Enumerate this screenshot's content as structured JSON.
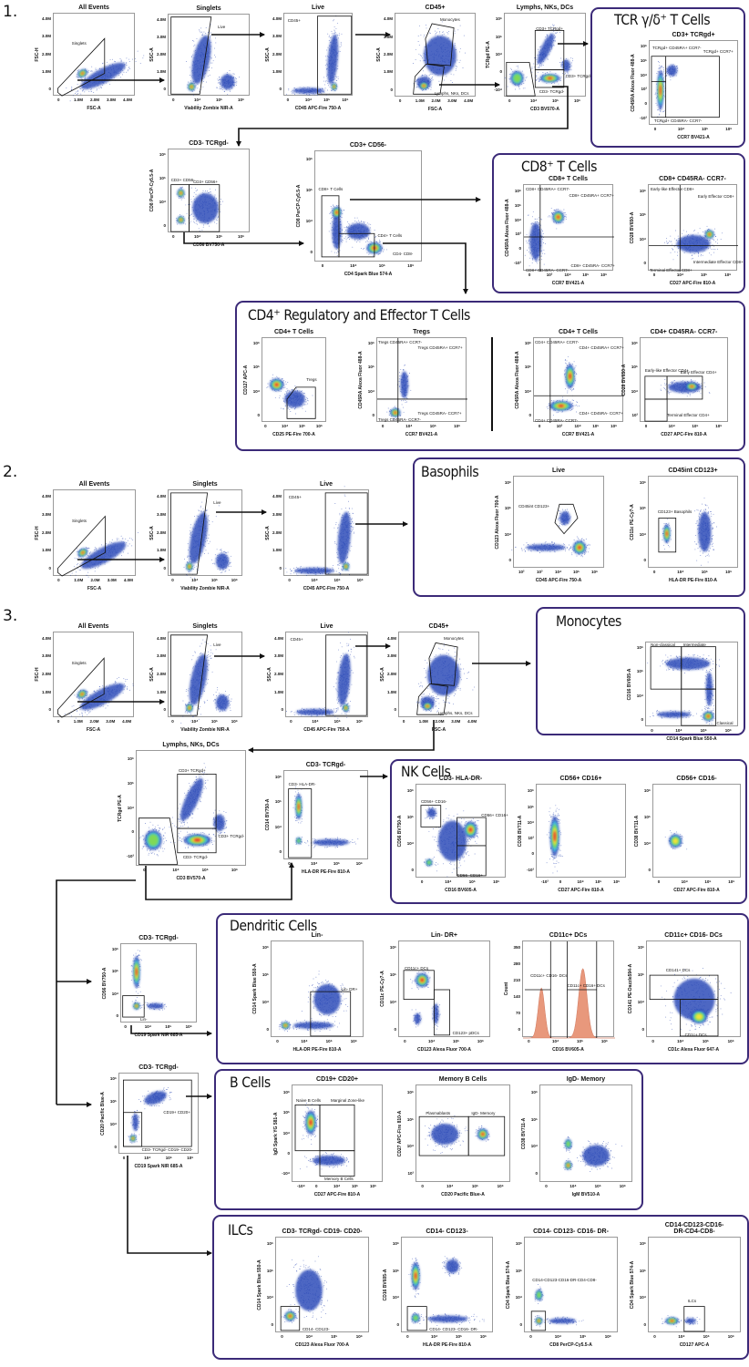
{
  "sections": [
    {
      "number": "1."
    },
    {
      "number": "2."
    },
    {
      "number": "3."
    }
  ],
  "panels": [
    {
      "title": "TCR γ/δ⁺ T Cells"
    },
    {
      "title": "CD8⁺ T Cells"
    },
    {
      "title": "CD4⁺ Regulatory and Effector T Cells"
    },
    {
      "title": "Basophils"
    },
    {
      "title": "Monocytes"
    },
    {
      "title": "NK Cells"
    },
    {
      "title": "Dendritic Cells"
    },
    {
      "title": "B Cells"
    },
    {
      "title": "ILCs"
    }
  ],
  "plots": [
    {
      "title": "All Events",
      "xlabel": "FSC-A",
      "ylabel": "FSC-H",
      "xticks": [
        "0",
        "1.0M",
        "2.0M",
        "3.0M",
        "4.0M"
      ],
      "yticks": [
        "0",
        "1.0M",
        "2.0M",
        "3.0M",
        "4.0M"
      ],
      "gates": [
        "Singlets"
      ]
    },
    {
      "title": "Singlets",
      "xlabel": "Viability Zombie NIR-A",
      "ylabel": "SSC-A",
      "xticks": [
        "0",
        "10⁴",
        "10⁵",
        "10⁶"
      ],
      "yticks": [
        "0",
        "1.0M",
        "2.0M",
        "3.0M",
        "4.0M"
      ],
      "gates": [
        "Live"
      ]
    },
    {
      "title": "Live",
      "xlabel": "CD45 APC-Fire 750-A",
      "ylabel": "SSC-A",
      "xticks": [
        "0",
        "10⁴",
        "10⁵",
        "10⁶"
      ],
      "yticks": [
        "0",
        "1.0M",
        "2.0M",
        "3.0M",
        "4.0M"
      ],
      "gates": [
        "CD45+"
      ]
    },
    {
      "title": "CD45+",
      "xlabel": "FSC-A",
      "ylabel": "SSC-A",
      "xticks": [
        "0",
        "1.0M",
        "2.0M",
        "3.0M",
        "4.0M"
      ],
      "yticks": [
        "0",
        "1.0M",
        "2.0M",
        "3.0M",
        "4.0M"
      ],
      "gates": [
        "Monocytes",
        "Lymphs, NKs, DCs"
      ]
    },
    {
      "title": "Lymphs, NKs, DCs",
      "xlabel": "CD3 BV570-A",
      "ylabel": "TCRgd PE-A",
      "xticks": [
        "0",
        "10⁴",
        "10⁵",
        "10⁶"
      ],
      "yticks": [
        "-10⁴",
        "0",
        "10⁴",
        "10⁵",
        "10⁶"
      ],
      "gates": [
        "CD3+ TCRgd+",
        "CD3+ TCRgd-",
        "CD3- TCRgd-"
      ]
    },
    {
      "title": "CD3+ TCRgd+",
      "xlabel": "CCR7 BV421-A",
      "ylabel": "CD45RA Alexa Fluor 488-A",
      "xticks": [
        "0",
        "10⁴",
        "10⁵",
        "10⁶"
      ],
      "yticks": [
        "-10³",
        "0",
        "10³",
        "10⁴",
        "10⁵",
        "10⁶"
      ],
      "gates": [
        "TCRgd+ CD45RA+ CCR7-",
        "TCRgd+ CCR7+",
        "TCRgd+ CD45RA- CCR7-"
      ]
    },
    {
      "title": "CD3- TCRgd-",
      "xlabel": "CD56 BV750-A",
      "ylabel": "CD8 PerCP-Cy5.5-A",
      "xticks": [
        "0",
        "10⁴",
        "10⁵",
        "10⁶"
      ],
      "yticks": [
        "0",
        "10⁴",
        "10⁵",
        "10⁶"
      ],
      "gates": [
        "CD3+ CD56-",
        "CD3+ CD56+"
      ]
    },
    {
      "title": "CD3+ CD56-",
      "xlabel": "CD4 Spark Blue 574-A",
      "ylabel": "CD8 PerCP-Cy5.5-A",
      "xticks": [
        "0",
        "10⁴",
        "10⁵",
        "10⁶"
      ],
      "yticks": [
        "0",
        "10⁴",
        "10⁵",
        "10⁶"
      ],
      "gates": [
        "CD8+ T Cells",
        "CD4+ T Cells",
        "CD4- CD8-"
      ]
    },
    {
      "title": "CD8+ T Cells",
      "xlabel": "CCR7 BV421-A",
      "ylabel": "CD45RA Alexa Fluor 488-A",
      "xticks": [
        "0",
        "10³",
        "10⁴",
        "10⁵",
        "10⁶"
      ],
      "yticks": [
        "-10³",
        "0",
        "10³",
        "10⁴",
        "10⁵",
        "10⁶"
      ],
      "gates": [
        "CD8+ CD45RA+ CCR7-",
        "CD8+ CD45RA+ CCR7+",
        "CD8+ CD45RA- CCR7+",
        "CD8+ CD45RA- CCR7-"
      ]
    },
    {
      "title": "CD8+ CD45RA- CCR7-",
      "xlabel": "CD27 APC-Fire 810-A",
      "ylabel": "CD28 BV650-A",
      "xticks": [
        "0",
        "10⁴",
        "10⁵",
        "10⁶"
      ],
      "yticks": [
        "0",
        "10⁴",
        "10⁵",
        "10⁶"
      ],
      "gates": [
        "Early-like Effector CD8+",
        "Early Effector CD8+",
        "Intermediate Effector CD8+",
        "Terminal Effector CD8+"
      ]
    },
    {
      "title": "CD4+ T Cells",
      "xlabel": "CD25 PE-Fire 700-A",
      "ylabel": "CD127 APC-A",
      "xticks": [
        "0",
        "10⁴",
        "10⁵",
        "10⁶"
      ],
      "yticks": [
        "0",
        "10⁴",
        "10⁵",
        "10⁶"
      ],
      "gates": [
        "Tregs"
      ]
    },
    {
      "title": "Tregs",
      "xlabel": "CCR7 BV421-A",
      "ylabel": "CD45RA Alexa Fluor 488-A",
      "xticks": [
        "0",
        "10⁴",
        "10⁵",
        "10⁶"
      ],
      "yticks": [
        "0",
        "10⁴",
        "10⁵",
        "10⁶"
      ],
      "gates": [
        "Tregs CD45RA+ CCR7-",
        "Tregs CD45RA+ CCR7+",
        "Tregs CD45RA- CCR7+",
        "Tregs CD45RA- CCR7-"
      ]
    },
    {
      "title": "CD4+ T Cells",
      "xlabel": "CCR7 BV421-A",
      "ylabel": "CD45RA Alexa Fluor 488-A",
      "xticks": [
        "0",
        "10³",
        "10⁴",
        "10⁵",
        "10⁶"
      ],
      "yticks": [
        "0",
        "10⁴",
        "10⁵",
        "10⁶"
      ],
      "gates": [
        "CD4+ CD45RA+ CCR7-",
        "CD4+ CD45RA+ CCR7+",
        "CD4+ CD45RA- CCR7+",
        "CD4+ CD45RA- CCR7-"
      ]
    },
    {
      "title": "CD4+ CD45RA- CCR7-",
      "xlabel": "CD27 APC-Fire 810-A",
      "ylabel": "CD28 BV650-A",
      "xticks": [
        "0",
        "10⁴",
        "10⁵",
        "10⁶"
      ],
      "yticks": [
        "10³",
        "10⁴",
        "10⁵",
        "10⁶"
      ],
      "gates": [
        "Early-like Effector CD4+",
        "Early Effector CD4+",
        "Terminal Effector CD4+"
      ]
    },
    {
      "title": "All Events",
      "xlabel": "FSC-A",
      "ylabel": "FSC-H",
      "xticks": [
        "0",
        "1.0M",
        "2.0M",
        "3.0M",
        "4.0M"
      ],
      "yticks": [
        "0",
        "1.0M",
        "2.0M",
        "3.0M",
        "4.0M"
      ],
      "gates": [
        "Singlets"
      ]
    },
    {
      "title": "Singlets",
      "xlabel": "Viability Zombie NIR-A",
      "ylabel": "SSC-A",
      "xticks": [
        "0",
        "10⁴",
        "10⁵",
        "10⁶"
      ],
      "yticks": [
        "0",
        "1.0M",
        "2.0M",
        "3.0M",
        "4.0M"
      ],
      "gates": [
        "Live"
      ]
    },
    {
      "title": "Live",
      "xlabel": "CD45 APC-Fire 750-A",
      "ylabel": "SSC-A",
      "xticks": [
        "0",
        "10⁴",
        "10⁵",
        "10⁶"
      ],
      "yticks": [
        "0",
        "1.0M",
        "2.0M",
        "3.0M",
        "4.0M"
      ],
      "gates": [
        "CD45+"
      ]
    },
    {
      "title": "Live",
      "xlabel": "CD45 APC-Fire 750-A",
      "ylabel": "CD123 Alexa Fluor 700-A",
      "xticks": [
        "10²",
        "10³",
        "10⁴",
        "10⁵",
        "10⁶"
      ],
      "yticks": [
        "0",
        "10⁴",
        "10⁵",
        "10⁶"
      ],
      "gates": [
        "CD45int CD123+"
      ]
    },
    {
      "title": "CD45int CD123+",
      "xlabel": "HLA-DR PE-Fire 810-A",
      "ylabel": "CD11c PE-Cy7-A",
      "xticks": [
        "0",
        "10⁴",
        "10⁵",
        "10⁶"
      ],
      "yticks": [
        "0",
        "10⁴",
        "10⁵",
        "10⁶"
      ],
      "gates": [
        "CD123+ Basophils"
      ]
    },
    {
      "title": "All Events",
      "xlabel": "FSC-A",
      "ylabel": "FSC-H",
      "xticks": [
        "0",
        "1.0M",
        "2.0M",
        "3.0M",
        "4.0M"
      ],
      "yticks": [
        "0",
        "1.0M",
        "2.0M",
        "3.0M",
        "4.0M"
      ],
      "gates": [
        "Singlets"
      ]
    },
    {
      "title": "Singlets",
      "xlabel": "Viability Zombie NIR-A",
      "ylabel": "SSC-A",
      "xticks": [
        "0",
        "10⁴",
        "10⁵",
        "10⁶"
      ],
      "yticks": [
        "0",
        "1.0M",
        "2.0M",
        "3.0M",
        "4.0M"
      ],
      "gates": [
        "Live"
      ]
    },
    {
      "title": "Live",
      "xlabel": "CD45 APC-Fire 750-A",
      "ylabel": "SSC-A",
      "xticks": [
        "0",
        "10⁴",
        "10⁵",
        "10⁶"
      ],
      "yticks": [
        "0",
        "1.0M",
        "2.0M",
        "3.0M",
        "4.0M"
      ],
      "gates": [
        "CD45+"
      ]
    },
    {
      "title": "CD45+",
      "xlabel": "FSC-A",
      "ylabel": "SSC-A",
      "xticks": [
        "0",
        "1.0M",
        "2.0M",
        "3.0M",
        "4.0M"
      ],
      "yticks": [
        "0",
        "1.0M",
        "2.0M",
        "3.0M",
        "4.0M"
      ],
      "gates": [
        "Monocytes",
        "Lymphs, NKs, DCs"
      ]
    },
    {
      "title": "",
      "xlabel": "CD14 Spark Blue 550-A",
      "ylabel": "CD16 BV605-A",
      "xticks": [
        "0",
        "10⁴",
        "10⁵",
        "10⁶"
      ],
      "yticks": [
        "0",
        "10⁴",
        "10⁵",
        "10⁶"
      ],
      "gates": [
        "Non-classical",
        "Intermediate",
        "Classical"
      ]
    },
    {
      "title": "Lymphs, NKs, DCs",
      "xlabel": "CD3 BV570-A",
      "ylabel": "TCRgd PE-A",
      "xticks": [
        "0",
        "10⁴",
        "10⁵",
        "10⁶"
      ],
      "yticks": [
        "-10³",
        "0",
        "10⁴",
        "10⁵",
        "10⁶"
      ],
      "gates": [
        "CD3+ TCRgd+",
        "CD3+ TCRgd-",
        "CD3- TCRgd-"
      ]
    },
    {
      "title": "CD3- TCRgd-",
      "xlabel": "HLA-DR PE-Fire 810-A",
      "ylabel": "CD14 BV750-A",
      "xticks": [
        "0",
        "10⁴",
        "10⁵",
        "10⁶"
      ],
      "yticks": [
        "0",
        "10⁴",
        "10⁵",
        "10⁶"
      ],
      "gates": [
        "CD3- HLA-DR-"
      ]
    },
    {
      "title": "CD3- HLA-DR-",
      "xlabel": "CD16 BV605-A",
      "ylabel": "CD56 BV750-A",
      "xticks": [
        "0",
        "10⁴",
        "10⁵",
        "10⁶"
      ],
      "yticks": [
        "0",
        "10⁴",
        "10⁵",
        "10⁶"
      ],
      "gates": [
        "CD56+ CD16-",
        "CD56+ CD16+",
        "CD56- CD16+"
      ]
    },
    {
      "title": "CD56+ CD16+",
      "xlabel": "CD27 APC-Fire 810-A",
      "ylabel": "CD38 BV711-A",
      "xticks": [
        "-10³",
        "0",
        "10⁴",
        "10⁵",
        "10⁶"
      ],
      "yticks": [
        "-10³",
        "0",
        "10³",
        "10⁴",
        "10⁵",
        "10⁶"
      ],
      "gates": []
    },
    {
      "title": "CD56+ CD16-",
      "xlabel": "CD27 APC-Fire 810-A",
      "ylabel": "CD38 BV711-A",
      "xticks": [
        "0",
        "10⁴",
        "10⁵",
        "10⁶"
      ],
      "yticks": [
        "0",
        "10⁴",
        "10⁵",
        "10⁶"
      ],
      "gates": []
    },
    {
      "title": "CD3- TCRgd-",
      "xlabel": "CD19 Spark NIR 685-A",
      "ylabel": "CD56 BV750-A",
      "xticks": [
        "0",
        "10⁴",
        "10⁵",
        "10⁶"
      ],
      "yticks": [
        "0",
        "10⁴",
        "10⁵",
        "10⁶"
      ],
      "gates": [
        "Lin-"
      ]
    },
    {
      "title": "Lin-",
      "xlabel": "HLA-DR PE-Fire 810-A",
      "ylabel": "CD14 Spark Blue 550-A",
      "xticks": [
        "0",
        "10⁴",
        "10⁵",
        "10⁶"
      ],
      "yticks": [
        "0",
        "10⁴",
        "10⁵",
        "10⁶"
      ],
      "gates": [
        "Lin- DR+"
      ]
    },
    {
      "title": "Lin- DR+",
      "xlabel": "CD123 Alexa Fluor 700-A",
      "ylabel": "CD11c PE-Cy7-A",
      "xticks": [
        "0",
        "10⁴",
        "10⁵",
        "10⁶"
      ],
      "yticks": [
        "0",
        "10⁴",
        "10⁵",
        "10⁶"
      ],
      "gates": [
        "CD11c+ DCs",
        "CD123+ pDCs"
      ]
    },
    {
      "title": "CD11c+ DCs",
      "xlabel": "CD16 BV605-A",
      "ylabel": "Count",
      "xticks": [
        "0",
        "10⁴",
        "10⁵",
        "10⁶"
      ],
      "yticks": [
        "0",
        "70",
        "140",
        "210",
        "280",
        "350"
      ],
      "gates": [
        "CD11c+ CD16- DCs",
        "CD11c+ CD16+ DCs"
      ]
    },
    {
      "title": "CD11c+ CD16- DCs",
      "xlabel": "CD1c Alexa Fluor 647-A",
      "ylabel": "CD141 PE-Dazzle594-A",
      "xticks": [
        "0",
        "10⁴",
        "10⁵",
        "10⁶"
      ],
      "yticks": [
        "0",
        "10⁴",
        "10⁵",
        "10⁶"
      ],
      "gates": [
        "CD141+ DCs",
        "CD1c+ DCs"
      ]
    },
    {
      "title": "CD3- TCRgd-",
      "xlabel": "CD19 Spark NIR 685-A",
      "ylabel": "CD20 Pacific Blue-A",
      "xticks": [
        "0",
        "10⁴",
        "10⁵",
        "10⁶"
      ],
      "yticks": [
        "0",
        "10⁴",
        "10⁵",
        "10⁶"
      ],
      "gates": [
        "CD19+ CD20+",
        "CD3- TCRgd- CD19- CD20-"
      ]
    },
    {
      "title": "CD19+ CD20+",
      "xlabel": "CD27 APC-Fire 810-A",
      "ylabel": "IgD Spark YG 581-A",
      "xticks": [
        "-10⁴",
        "0",
        "10⁴",
        "10⁵",
        "10⁶"
      ],
      "yticks": [
        "-10⁴",
        "0",
        "10⁴",
        "10⁵",
        "10⁶"
      ],
      "gates": [
        "Naive B Cells",
        "Marginal Zone-like",
        "Memory B Cells"
      ]
    },
    {
      "title": "Memory B Cells",
      "xlabel": "CD20 Pacific Blue-A",
      "ylabel": "CD27 APC-Fire 810-A",
      "xticks": [
        "0",
        "10⁴",
        "10⁵",
        "10⁶"
      ],
      "yticks": [
        "10³",
        "10⁴",
        "10⁵",
        "10⁶"
      ],
      "gates": [
        "Plasmablasts",
        "IgD- Memory"
      ]
    },
    {
      "title": "IgD- Memory",
      "xlabel": "IgM BV510-A",
      "ylabel": "CD38 BV711-A",
      "xticks": [
        "0",
        "10⁴",
        "10⁵",
        "10⁶"
      ],
      "yticks": [
        "0",
        "10⁴",
        "10⁵",
        "10⁶"
      ],
      "gates": []
    },
    {
      "title": "CD3- TCRgd- CD19- CD20-",
      "xlabel": "CD123 Alexa Fluor 700-A",
      "ylabel": "CD14 Spark Blue 550-A",
      "xticks": [
        "0",
        "10⁴",
        "10⁵",
        "10⁶"
      ],
      "yticks": [
        "0",
        "10⁴",
        "10⁵",
        "10⁶"
      ],
      "gates": [
        "CD14- CD123-"
      ]
    },
    {
      "title": "CD14- CD123-",
      "xlabel": "HLA-DR PE-Fire 810-A",
      "ylabel": "CD16 BV605-A",
      "xticks": [
        "0",
        "10⁴",
        "10⁵",
        "10⁶"
      ],
      "yticks": [
        "0",
        "10⁴",
        "10⁵",
        "10⁶"
      ],
      "gates": [
        "CD14- CD123- CD16- DR-"
      ]
    },
    {
      "title": "CD14- CD123- CD16- DR-",
      "xlabel": "CD8 PerCP-Cy5.5-A",
      "ylabel": "CD4 Spark Blue 574-A",
      "xticks": [
        "0",
        "10⁴",
        "10⁵",
        "10⁶"
      ],
      "yticks": [
        "0",
        "10⁴",
        "10⁵",
        "10⁶"
      ],
      "gates": [
        "CD14-CD123-CD16-DR-CD4-CD8-"
      ]
    },
    {
      "title": "CD14-CD123-CD16-\nDR-CD4-CD8-",
      "xlabel": "CD127 APC-A",
      "ylabel": "CD4 Spark Blue 574-A",
      "xticks": [
        "0",
        "10⁴",
        "10⁵",
        "10⁶"
      ],
      "yticks": [
        "0",
        "10⁴",
        "10⁵",
        "10⁶"
      ],
      "gates": [
        "ILCs"
      ]
    }
  ]
}
